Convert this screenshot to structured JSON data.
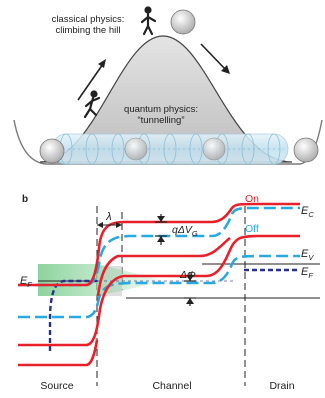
{
  "panel_a": {
    "classical_line1": "classical physics:",
    "classical_line2": "climbing the hill",
    "quantum_line1": "quantum physics:",
    "quantum_line2": "“tunnelling”"
  },
  "panel_b": {
    "label": "b",
    "lambda": "λ",
    "q_delta_vg_main": "qΔV",
    "q_delta_vg_sub": "G",
    "delta_phi": "ΔΦ",
    "on_label": "On",
    "off_label": "Off",
    "ec_main": "E",
    "ec_sub": "C",
    "ev_main": "E",
    "ev_sub": "V",
    "ef_right_main": "E",
    "ef_right_sub": "F",
    "ef_left_main": "E",
    "ef_left_sub": "F",
    "source": "Source",
    "channel": "Channel",
    "drain": "Drain"
  },
  "colors": {
    "on": "#e8202a",
    "off": "#29a9e0",
    "fermi": "#2b2f8f",
    "tunnel": "#8fd19e"
  }
}
